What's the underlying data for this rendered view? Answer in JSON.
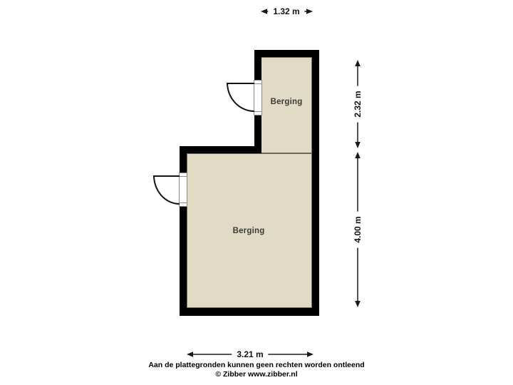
{
  "floorplan": {
    "rooms": {
      "small": {
        "label": "Berging"
      },
      "large": {
        "label": "Berging"
      }
    },
    "doors": [
      "door-swing-small",
      "door-swing-large"
    ],
    "colors": {
      "background": "#ffffff",
      "wall": "#000000",
      "floor_fill": "#e1dbc5",
      "floor_edge": "#6e6857",
      "room_label_text": "#3b3b3b",
      "dimension_line": "#1a1a1a",
      "dimension_text": "#111111"
    }
  },
  "dimensions": {
    "top_width": "1.32 m",
    "right_upper_height": "2.32 m",
    "right_lower_height": "4.00 m",
    "bottom_width": "3.21 m"
  },
  "footer": {
    "disclaimer": "Aan de plattegronden kunnen geen rechten worden ontleend",
    "copyright": "© Zibber www.zibber.nl"
  }
}
